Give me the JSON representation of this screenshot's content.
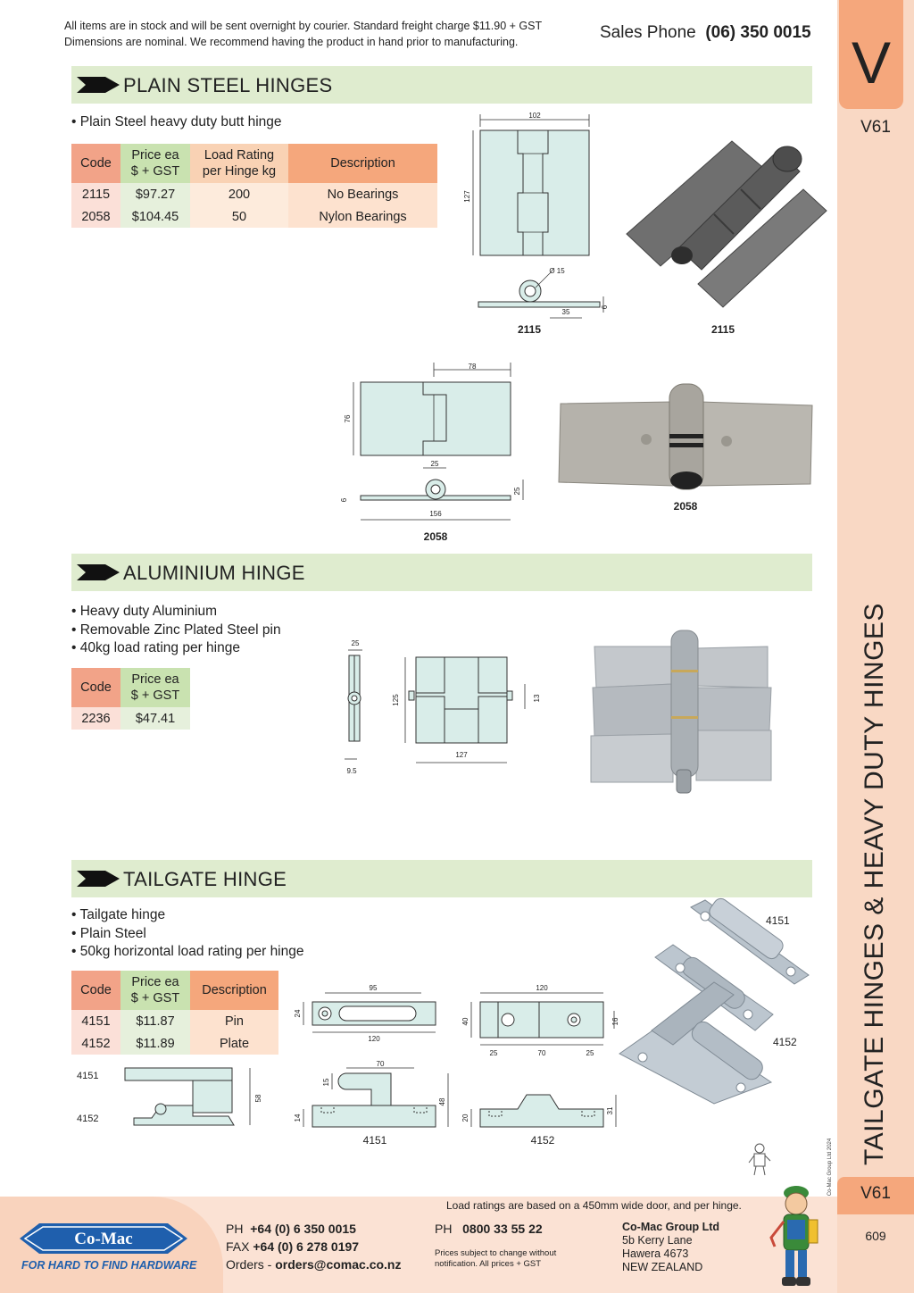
{
  "header": {
    "notice_line1": "All items are in stock and will be sent overnight by courier. Standard freight charge $11.90 + GST",
    "notice_line2": "Dimensions are nominal. We recommend having the product in hand prior to manufacturing.",
    "sales_label": "Sales Phone",
    "sales_phone": "(06) 350 0015"
  },
  "sidebar": {
    "letter": "V",
    "code_top": "V61",
    "vertical_title": "TAILGATE HINGES & HEAVY DUTY HINGES",
    "copyright": "© Co-Mac Group Ltd 2024",
    "code_bottom": "V61",
    "page_number": "609"
  },
  "colors": {
    "banner": "#dfeccf",
    "orange": "#f5a77c",
    "green": "#c9e2b0",
    "sidebar": "#f9d8c4",
    "brand_blue": "#1f5fad"
  },
  "plain": {
    "title": "PLAIN STEEL HINGES",
    "bullets": [
      "• Plain Steel heavy duty butt hinge"
    ],
    "table": {
      "h_code": "Code",
      "h_price1": "Price ea",
      "h_price2": "$ + GST",
      "h_load1": "Load Rating",
      "h_load2": "per Hinge kg",
      "h_desc": "Description",
      "rows": [
        {
          "code": "2115",
          "price": "$97.27",
          "load": "200",
          "desc": "No Bearings"
        },
        {
          "code": "2058",
          "price": "$104.45",
          "load": "50",
          "desc": "Nylon Bearings"
        }
      ]
    },
    "d2115": {
      "w": "102",
      "h": "127",
      "dia": "Ø 15",
      "t": "6",
      "off": "35",
      "cap_drawing": "2115",
      "cap_photo": "2115"
    },
    "d2058": {
      "w": "78",
      "h": "76",
      "b": "25",
      "t": "6",
      "rh": "25",
      "len": "156",
      "cap_drawing": "2058",
      "cap_photo": "2058"
    }
  },
  "alu": {
    "title": "ALUMINIUM HINGE",
    "bullets": [
      "• Heavy duty Aluminium",
      "• Removable Zinc Plated Steel pin",
      "• 40kg load rating per hinge"
    ],
    "table": {
      "h_code": "Code",
      "h_price1": "Price ea",
      "h_price2": "$ + GST",
      "rows": [
        {
          "code": "2236",
          "price": "$47.41"
        }
      ]
    },
    "dims": {
      "d25": "25",
      "h": "125",
      "w": "127",
      "d13": "13",
      "d95": "9.5"
    }
  },
  "tailgate": {
    "title": "TAILGATE HINGE",
    "bullets": [
      "• Tailgate hinge",
      "• Plain Steel",
      "• 50kg horizontal load rating per hinge"
    ],
    "table": {
      "h_code": "Code",
      "h_price1": "Price ea",
      "h_price2": "$ + GST",
      "h_desc": "Description",
      "rows": [
        {
          "code": "4151",
          "price": "$11.87",
          "desc": "Pin"
        },
        {
          "code": "4152",
          "price": "$11.89",
          "desc": "Plate"
        }
      ]
    },
    "side": {
      "top_label": "4151",
      "bot_label": "4152",
      "h": "58"
    },
    "d4151_top": {
      "d95": "95",
      "d24": "24",
      "d120": "120"
    },
    "d4152_top": {
      "d120": "120",
      "d40": "40",
      "d16": "16",
      "d25a": "25",
      "d70": "70",
      "d25b": "25"
    },
    "d4151_side": {
      "d70": "70",
      "d15": "15",
      "d48": "48",
      "d14": "14",
      "cap": "4151"
    },
    "d4152_side": {
      "d20": "20",
      "d31": "31",
      "cap": "4152"
    },
    "photo_label_4151": "4151",
    "photo_label_4152": "4152"
  },
  "footer": {
    "load_note": "Load ratings are based on a 450mm wide door, and per hinge.",
    "logo_text": "Co-Mac",
    "tagline": "FOR HARD TO FIND HARDWARE",
    "ph_label": "PH",
    "ph": "+64 (0) 6 350 0015",
    "fax_label": "FAX",
    "fax": "+64 (0) 6 278 0197",
    "orders_label": "Orders -",
    "orders": "orders@comac.co.nz",
    "ph2_label": "PH",
    "ph2": "0800 33 55 22",
    "disclaimer1": "Prices subject to change without",
    "disclaimer2": "notification. All prices + GST",
    "company": "Co-Mac Group Ltd",
    "addr1": "5b Kerry Lane",
    "addr2": "Hawera 4673",
    "addr3": "NEW ZEALAND"
  }
}
